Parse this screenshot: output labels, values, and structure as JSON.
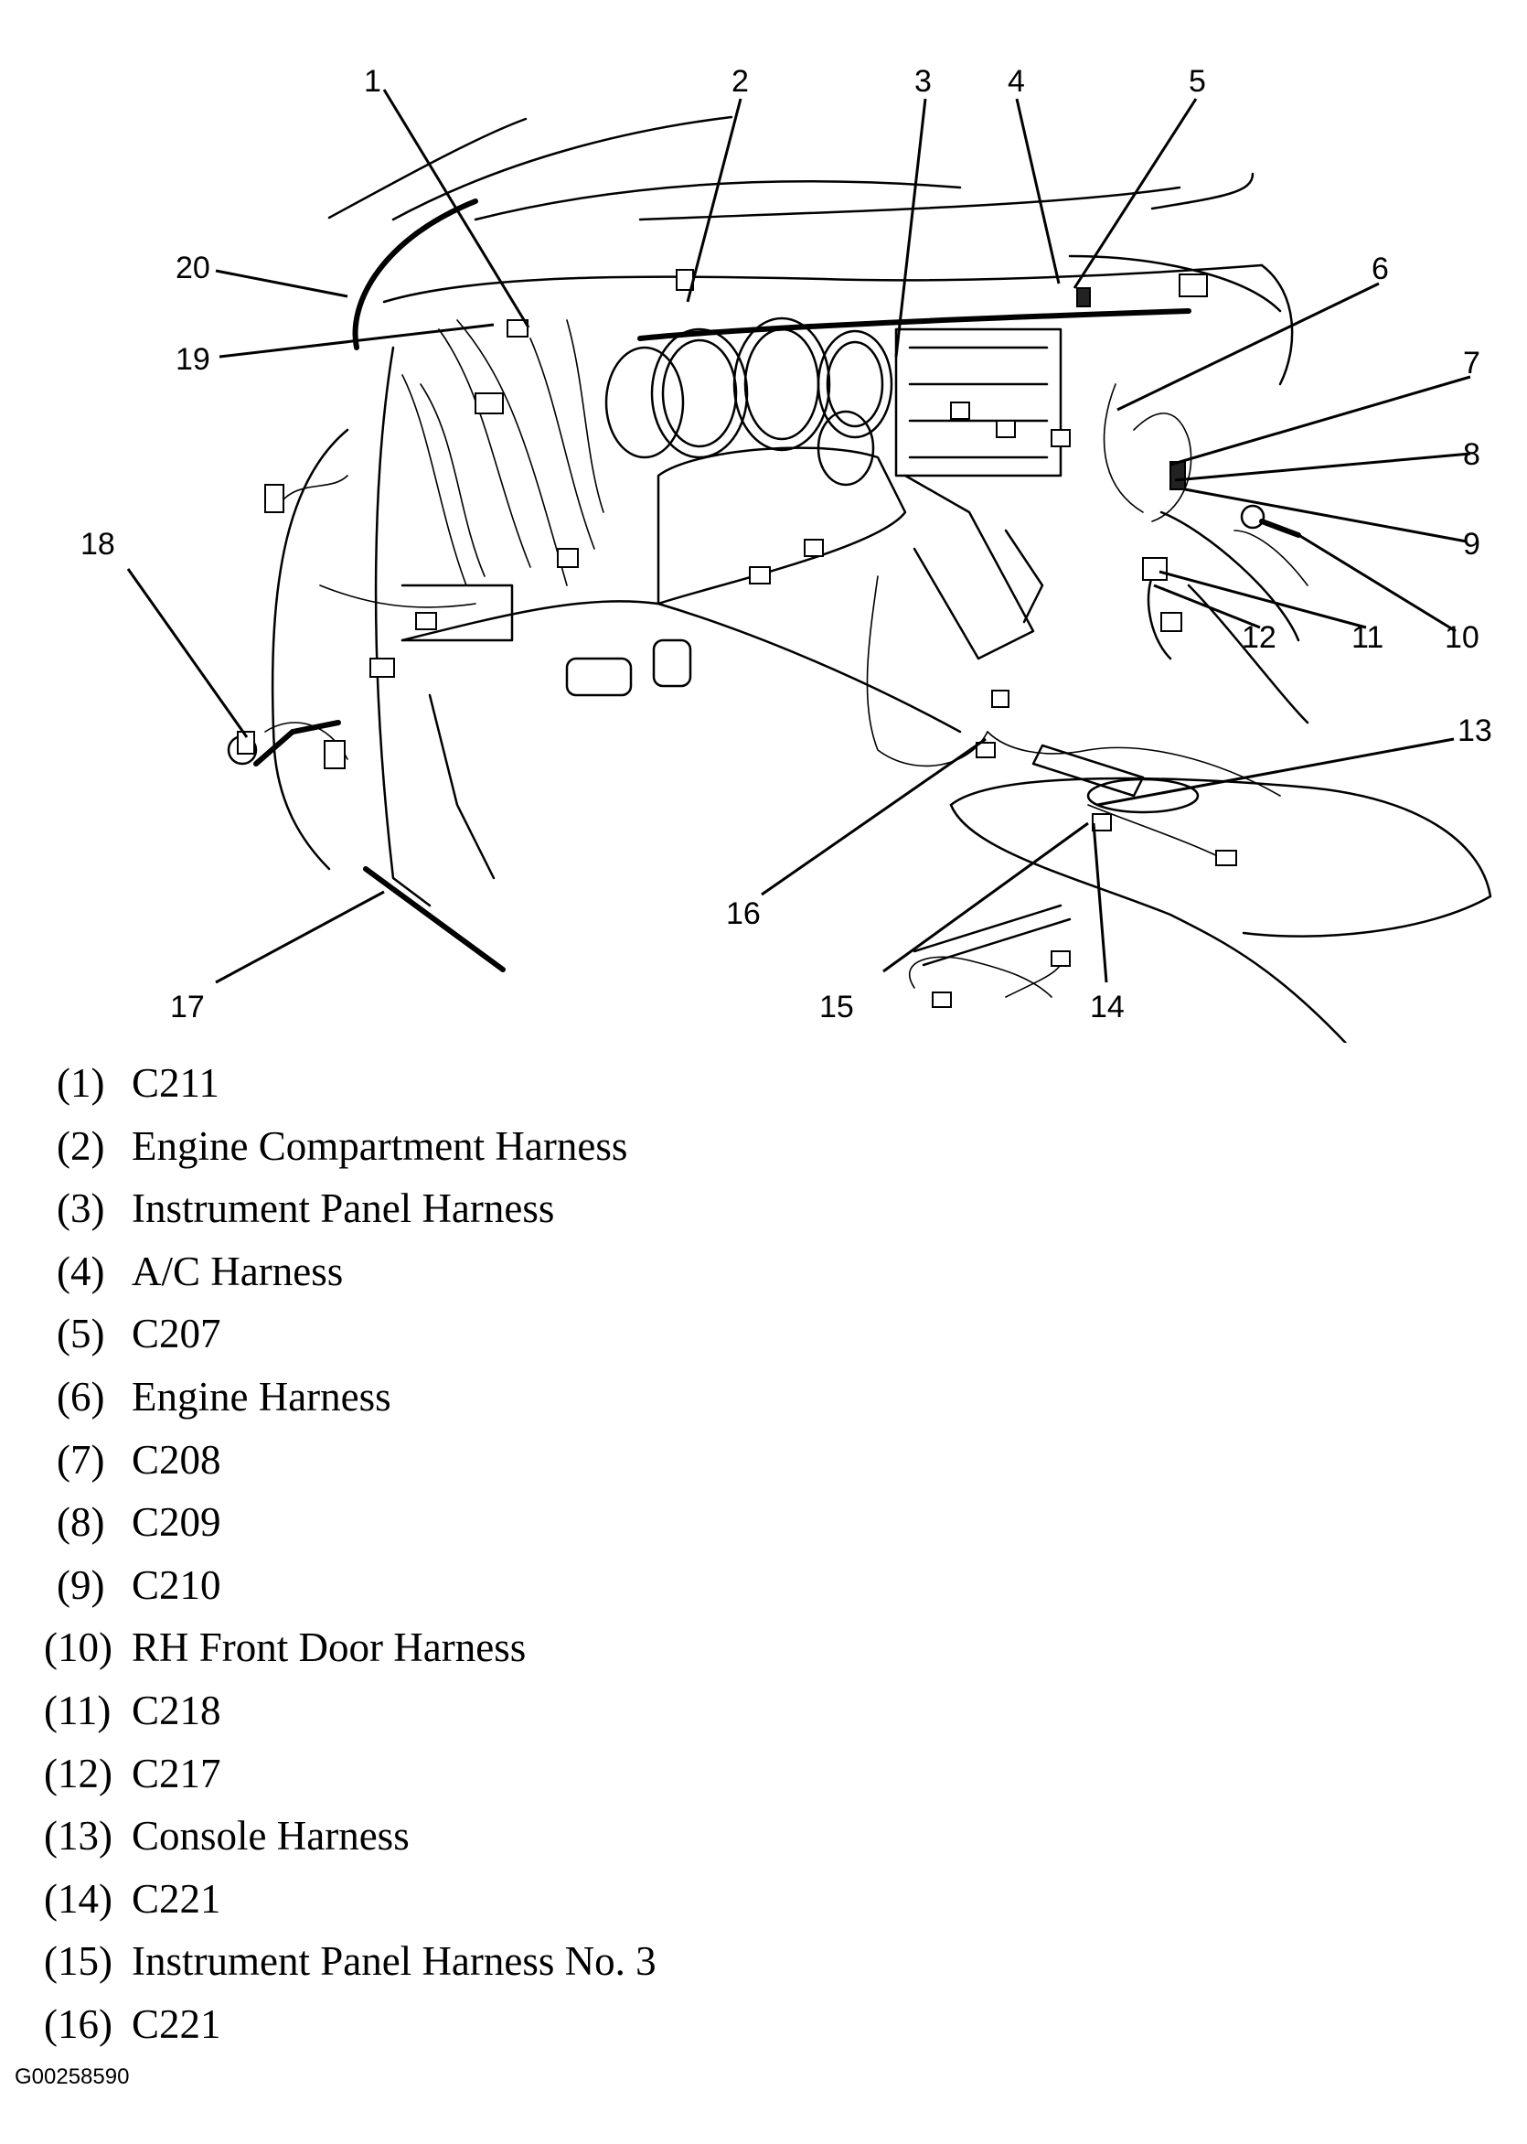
{
  "figure_id": "G00258590",
  "callouts": [
    {
      "n": "1"
    },
    {
      "n": "2"
    },
    {
      "n": "3"
    },
    {
      "n": "4"
    },
    {
      "n": "5"
    },
    {
      "n": "6"
    },
    {
      "n": "7"
    },
    {
      "n": "8"
    },
    {
      "n": "9"
    },
    {
      "n": "10"
    },
    {
      "n": "11"
    },
    {
      "n": "12"
    },
    {
      "n": "13"
    },
    {
      "n": "14"
    },
    {
      "n": "15"
    },
    {
      "n": "16"
    },
    {
      "n": "17"
    },
    {
      "n": "18"
    },
    {
      "n": "19"
    },
    {
      "n": "20"
    }
  ],
  "legend": [
    {
      "num": "(1)",
      "label": "C211"
    },
    {
      "num": "(2)",
      "label": "Engine Compartment Harness"
    },
    {
      "num": "(3)",
      "label": "Instrument Panel Harness"
    },
    {
      "num": "(4)",
      "label": "A/C Harness"
    },
    {
      "num": "(5)",
      "label": "C207"
    },
    {
      "num": "(6)",
      "label": "Engine Harness"
    },
    {
      "num": "(7)",
      "label": "C208"
    },
    {
      "num": "(8)",
      "label": "C209"
    },
    {
      "num": "(9)",
      "label": "C210"
    },
    {
      "num": "(10)",
      "label": "RH Front Door Harness"
    },
    {
      "num": "(11)",
      "label": "C218"
    },
    {
      "num": "(12)",
      "label": "C217"
    },
    {
      "num": "(13)",
      "label": "Console Harness"
    },
    {
      "num": "(14)",
      "label": "C221"
    },
    {
      "num": "(15)",
      "label": "Instrument Panel Harness No. 3"
    },
    {
      "num": "(16)",
      "label": "C221"
    }
  ]
}
